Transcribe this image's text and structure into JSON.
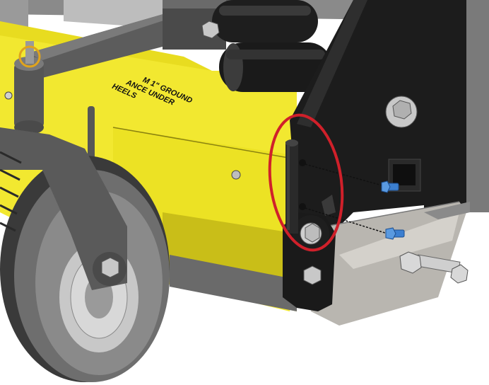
{
  "decal": {
    "line1": "M 1\" GROUND",
    "line2": "ANCE UNDER",
    "line3": "HEELS"
  },
  "colors": {
    "deck_yellow": "#f2e830",
    "deck_yellow_shadow": "#c9be18",
    "bracket_black": "#1c1c1c",
    "frame_gray": "#5c5c5c",
    "skid_steel": "#b9b6b0",
    "callout_red": "#d0202a",
    "bolt_blue": "#3c7fd0",
    "tire_gray": "#6e6e6e",
    "hub_silver": "#c8c8c8"
  },
  "callout": {
    "shape": "ellipse",
    "highlights": "pivot-pin"
  },
  "components": [
    "deck",
    "tube-frame",
    "caster-wheel",
    "side-bracket",
    "pivot-pin",
    "clevis-plate",
    "skid-shoe",
    "blue-bolts",
    "rollers",
    "hex-bolt"
  ]
}
